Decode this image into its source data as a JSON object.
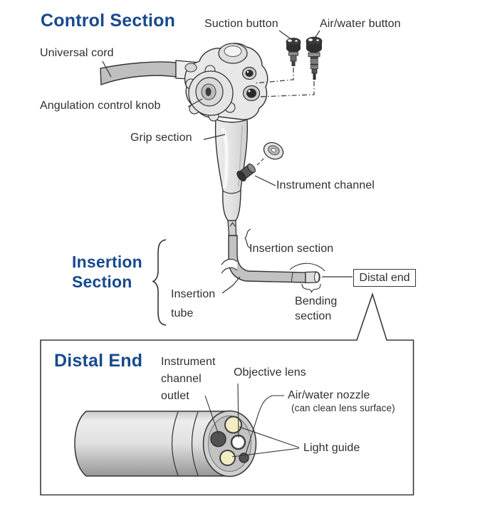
{
  "headings": {
    "control_section": "Control Section",
    "insertion_section": "Insertion\nSection",
    "distal_end": "Distal End"
  },
  "labels": {
    "suction_button": "Suction button",
    "air_water_button": "Air/water button",
    "universal_cord": "Universal cord",
    "angulation_control_knob": "Angulation control knob",
    "grip_section": "Grip section",
    "instrument_channel": "Instrument channel",
    "insertion_section": "Insertion section",
    "insertion_tube": "Insertion\ntube",
    "bending_section": "Bending\nsection",
    "distal_end": "Distal end"
  },
  "distal_detail": {
    "instrument_channel_outlet": "Instrument\nchannel\noutlet",
    "objective_lens": "Objective lens",
    "air_water_nozzle": "Air/water nozzle",
    "air_water_nozzle_note": "(can clean lens surface)",
    "light_guide": "Light guide"
  },
  "colors": {
    "heading_blue": "#17498f",
    "label_text": "#2f2f2f",
    "outline": "#333333",
    "light_guide_fill": "#f2ecc2",
    "objective_lens_fill": "#ffffff",
    "instrument_channel_fill": "#525252",
    "tube_gray": "#c2c2c2"
  }
}
